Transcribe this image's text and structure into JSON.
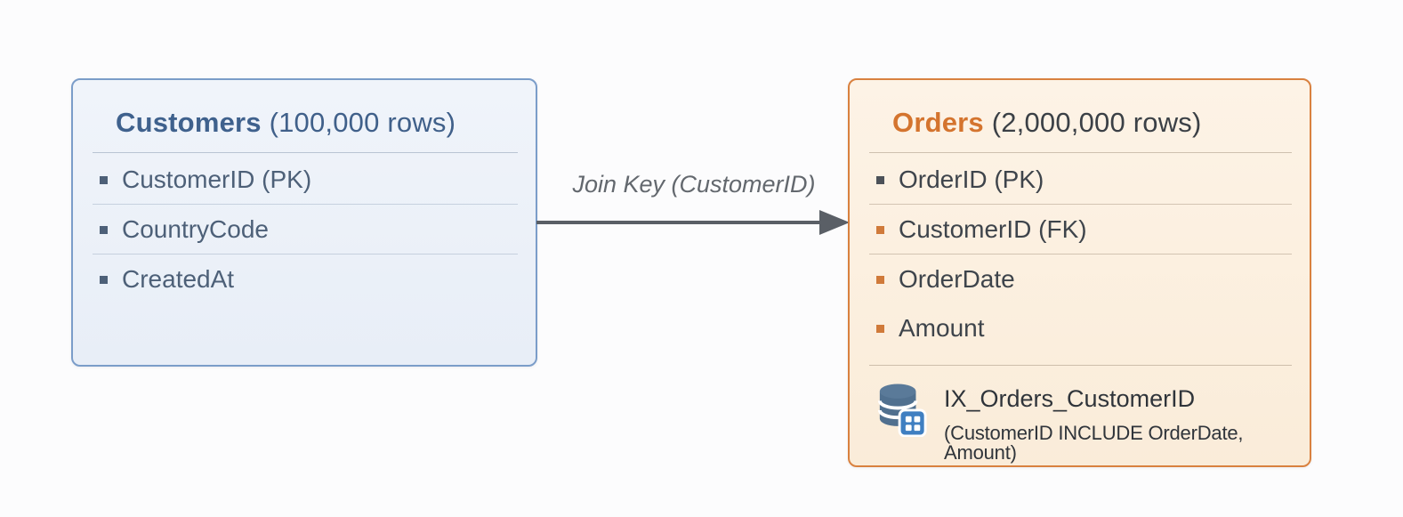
{
  "diagram": {
    "join_label": "Join Key (CustomerID)",
    "arrow_color": "#5a5f66"
  },
  "customers": {
    "name": "Customers",
    "rows_label": "(100,000 rows)",
    "accent_color": "#3f618d",
    "fields": [
      {
        "name": "CustomerID (PK)"
      },
      {
        "name": "CountryCode"
      },
      {
        "name": "CreatedAt"
      }
    ]
  },
  "orders": {
    "name": "Orders",
    "rows_label": "(2,000,000 rows)",
    "accent_color": "#d4742e",
    "fields": [
      {
        "name": "OrderID (PK)"
      },
      {
        "name": "CustomerID (FK)"
      },
      {
        "name": "OrderDate"
      },
      {
        "name": "Amount"
      }
    ],
    "index": {
      "icon": "database-index-icon",
      "name": "IX_Orders_CustomerID",
      "definition": "(CustomerID INCLUDE OrderDate, Amount)"
    }
  }
}
